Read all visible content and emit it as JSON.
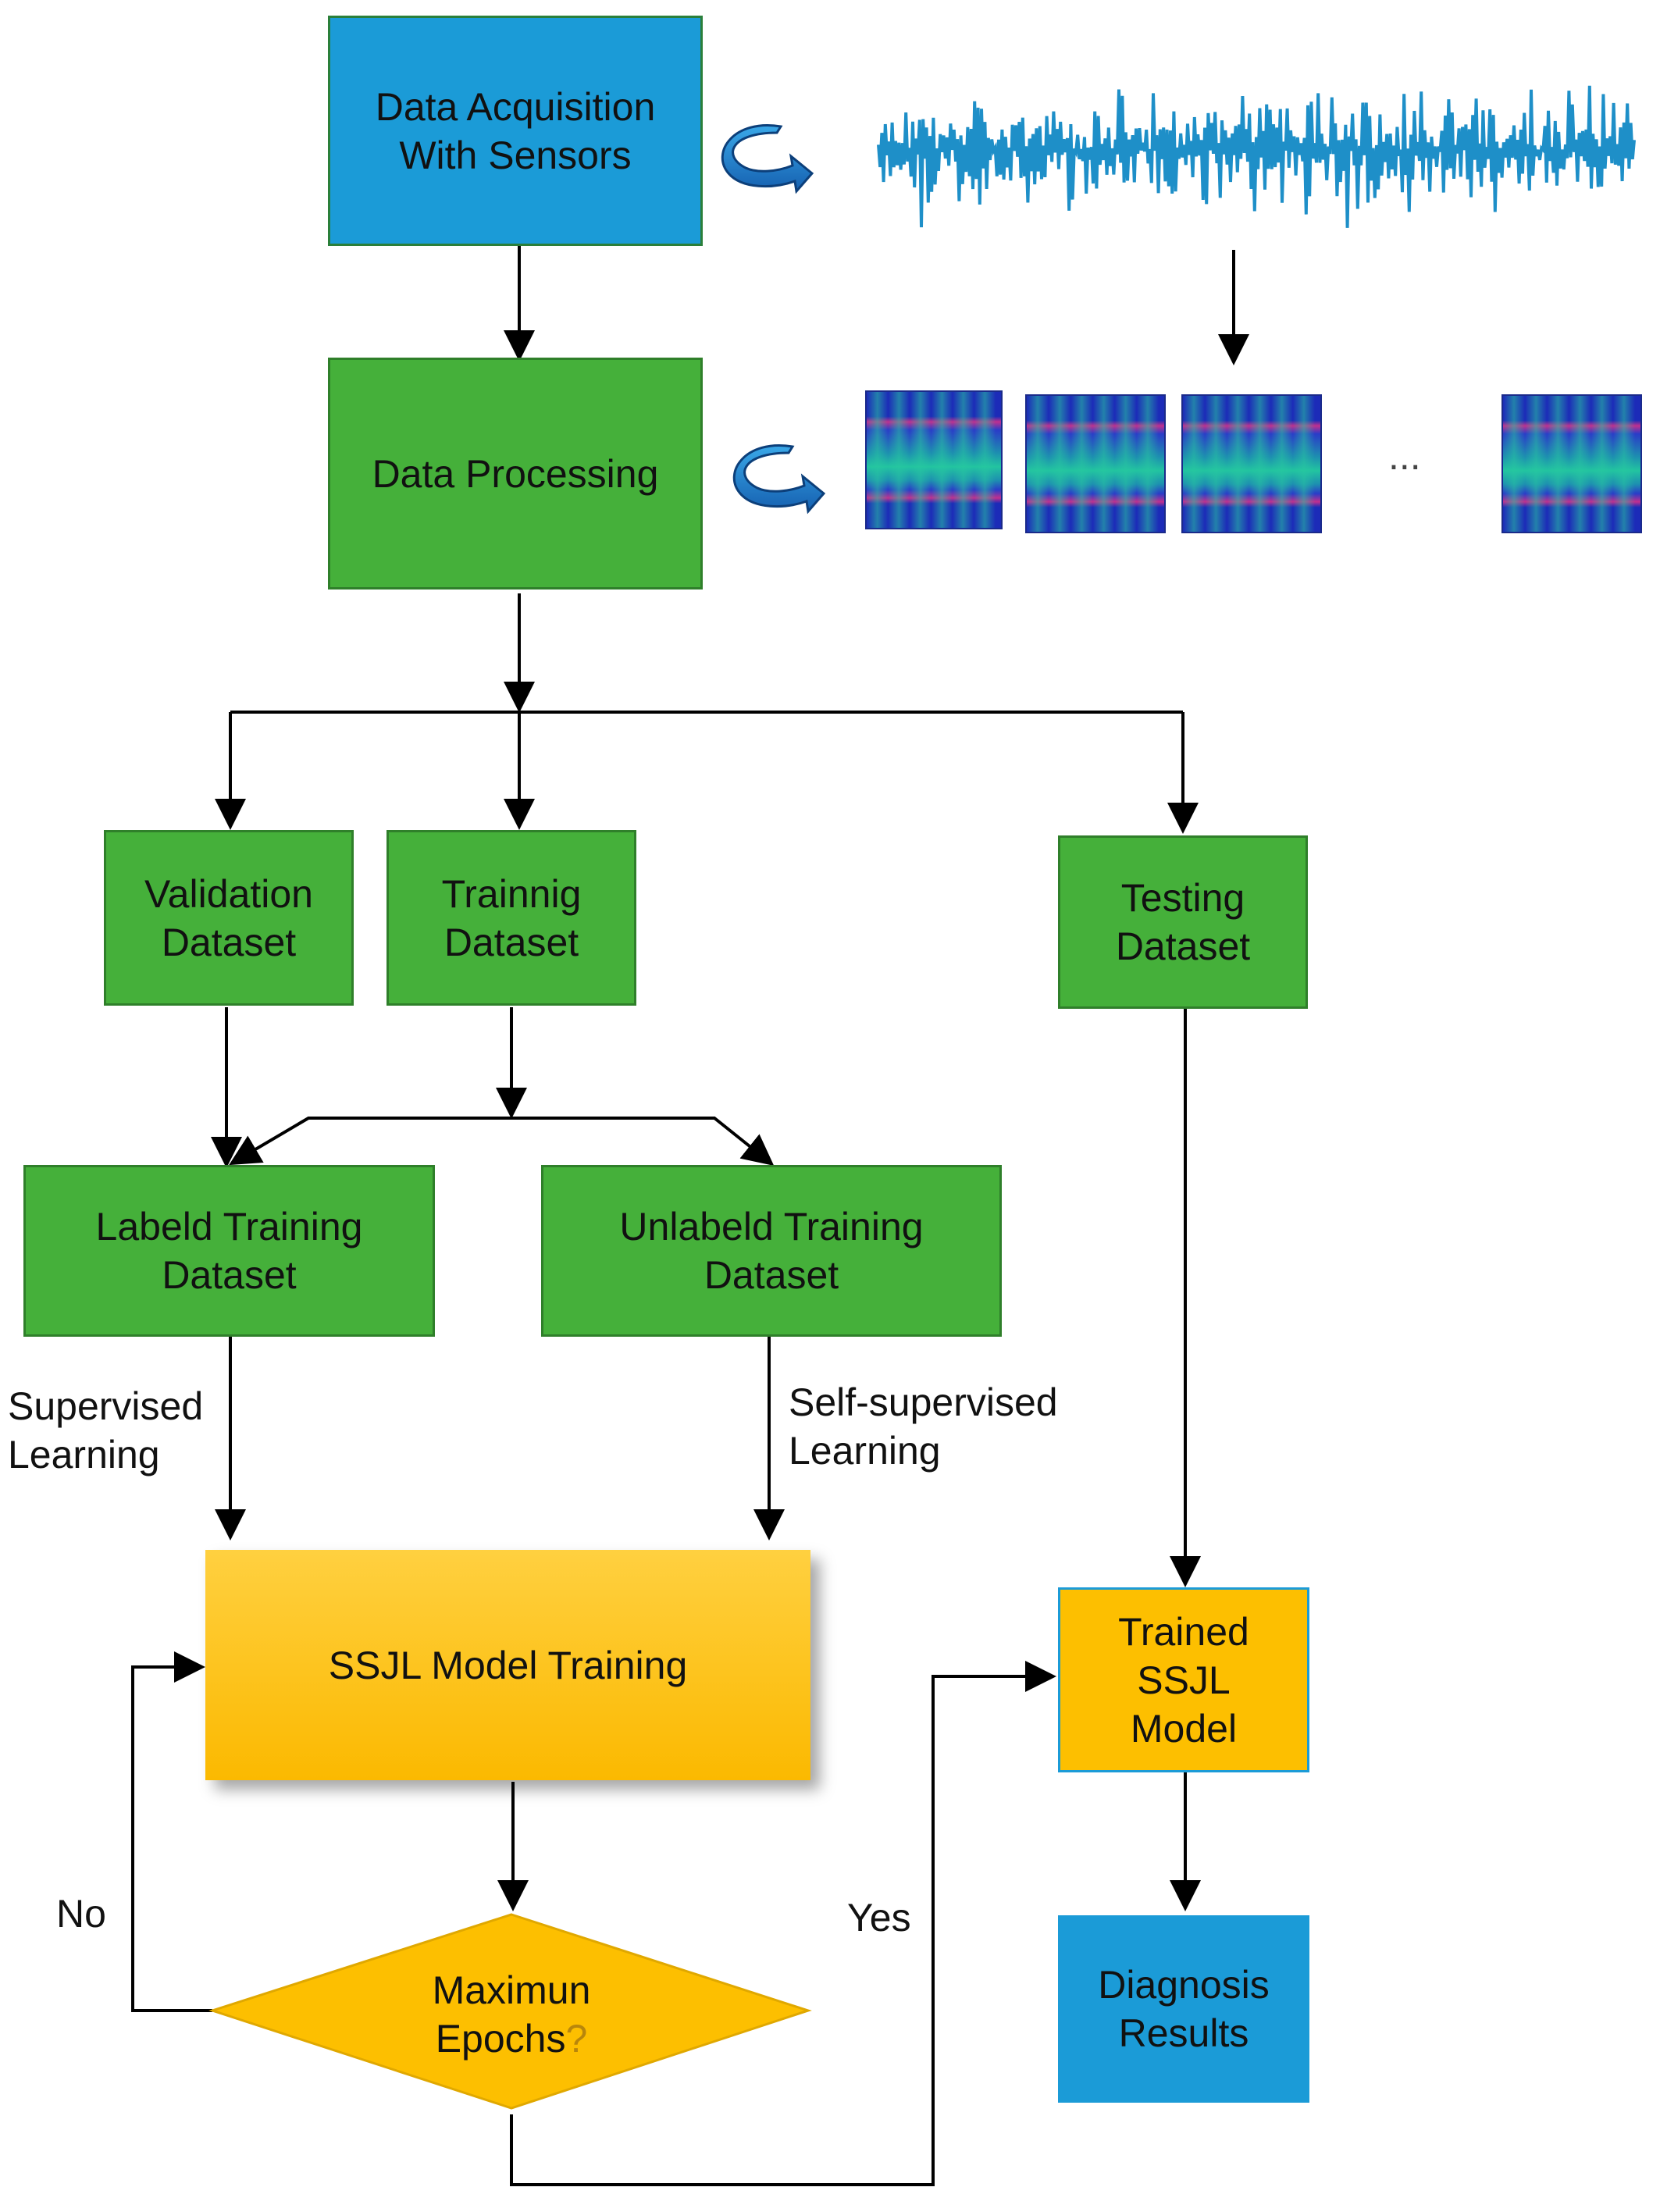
{
  "nodes": {
    "data_acquisition": "Data Acquisition\nWith Sensors",
    "data_processing": "Data Processing",
    "validation_dataset": "Validation\nDataset",
    "training_dataset": "Trainnig\nDataset",
    "testing_dataset": "Testing\nDataset",
    "labeled_training_dataset": "Labeld Training\nDataset",
    "unlabeled_training_dataset": "Unlabeld Training\nDataset",
    "model_training": "SSJL Model Training",
    "max_epochs_prefix": "Maximun\nEpochs",
    "max_epochs_qmark": "?",
    "trained_model": "Trained\nSSJL\nModel",
    "diagnosis_results": "Diagnosis\nResults"
  },
  "edge_labels": {
    "supervised": "Supervised\nLearning",
    "self_supervised": "Self-supervised\nLearning",
    "no": "No",
    "yes": "Yes"
  },
  "spectrogram_ellipsis": "...",
  "colors": {
    "blue": "#1b9bd7",
    "green": "#45b03a",
    "orange": "#fdbf00",
    "waveform": "#1e8fc8"
  },
  "icons": [
    "rotate-arrow-icon",
    "waveform-icon",
    "spectrogram-icon"
  ]
}
